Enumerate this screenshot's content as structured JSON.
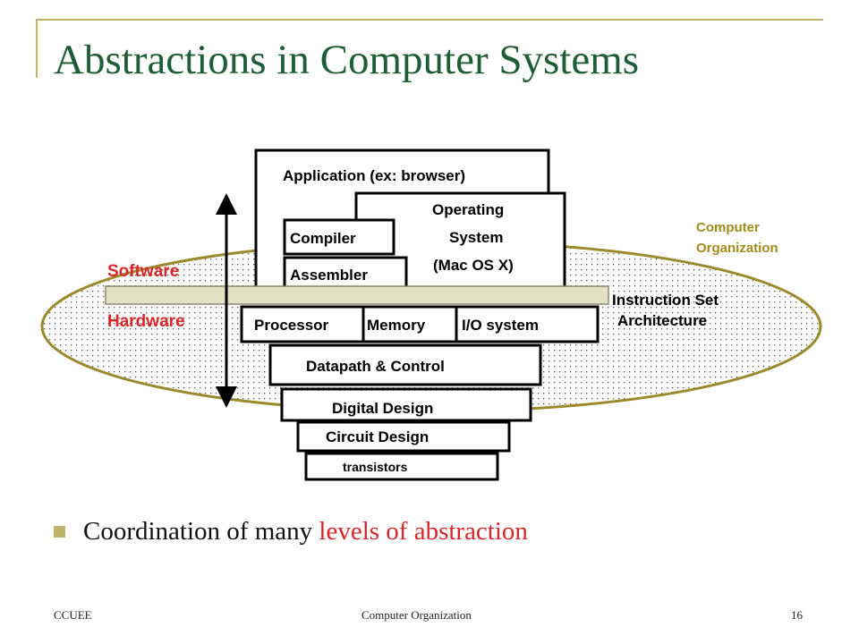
{
  "title": "Abstractions in Computer Systems",
  "diagram": {
    "application": "Application (ex: browser)",
    "os_line1": "Operating",
    "os_line2": "System",
    "os_line3": "(Mac OS X)",
    "compiler": "Compiler",
    "assembler": "Assembler",
    "software": "Software",
    "hardware": "Hardware",
    "isa_line1": "Instruction Set",
    "isa_line2": "Architecture",
    "processor": "Processor",
    "memory": "Memory",
    "io_system": "I/O system",
    "datapath": "Datapath & Control",
    "digital": "Digital Design",
    "circuit": "Circuit Design",
    "transistors": "transistors",
    "org_line1": "Computer",
    "org_line2": "Organization"
  },
  "bullet": {
    "prefix": "Coordination of many ",
    "highlight": "levels of abstraction"
  },
  "footer": {
    "left": "CCUEE",
    "center": "Computer Organization",
    "right": "16"
  },
  "colors": {
    "title": "#1e5e35",
    "accent_gold": "#bfb36a",
    "ellipse_stroke": "#9c8a2e",
    "software_red": "#d8262b",
    "org_gold": "#a38a1e"
  }
}
